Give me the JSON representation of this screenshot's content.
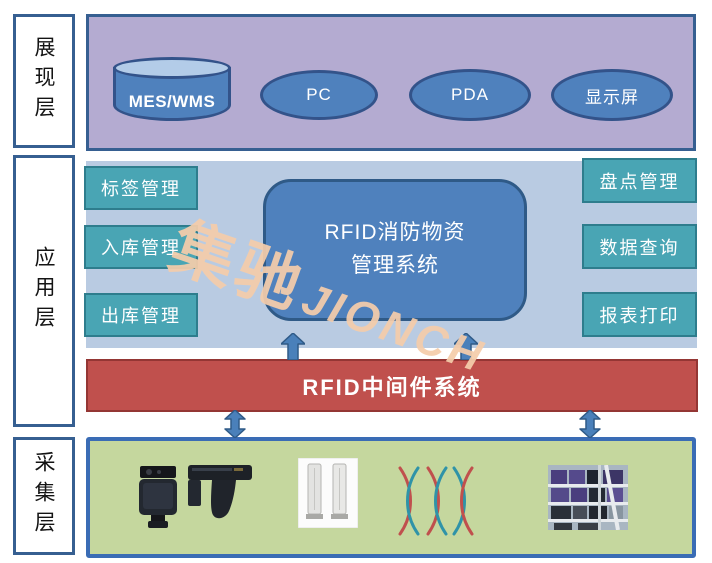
{
  "layers": {
    "presentation": "展现层",
    "application": "应用层",
    "collection": "采集层"
  },
  "presentation_nodes": {
    "mes": "MES/WMS",
    "pc": "PC",
    "pda": "PDA",
    "display": "显示屏"
  },
  "app": {
    "left_buttons": [
      "标签管理",
      "入库管理",
      "出库管理"
    ],
    "right_buttons": [
      "盘点管理",
      "数据查询",
      "报表打印"
    ],
    "core_title_line1": "RFID消防物资",
    "core_title_line2": "管理系统"
  },
  "middleware_label": "RFID中间件系统",
  "watermark": {
    "cjk": "集驰",
    "latin": "JIONCH"
  },
  "colors": {
    "panel_purple": "#b4abd1",
    "node_blue": "#4f81bd",
    "app_bg_blue": "#b9cbe2",
    "button_teal": "#49a5b4",
    "middleware_red": "#c0504d",
    "collection_green": "#c5d79e",
    "border_navy": "#365f91",
    "watermark_peach": "#f5cdab"
  }
}
